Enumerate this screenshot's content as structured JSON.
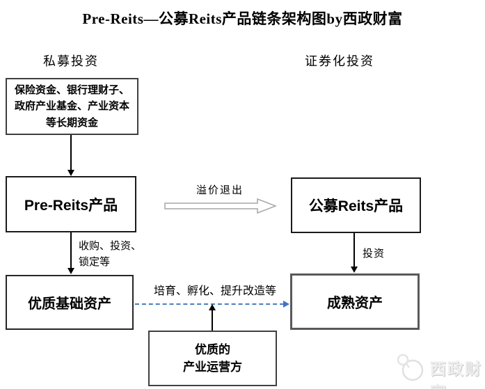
{
  "title": "Pre-Reits—公募Reits产品链条架构图by西政财富",
  "columns": {
    "left_header": "私募投资",
    "right_header": "证券化投资"
  },
  "boxes": {
    "funds": "保险资金、银行理财子、政府产业基金、产业资本等长期资金",
    "pre_reits": "Pre-Reits产品",
    "public_reits": "公募Reits产品",
    "quality_assets": "优质基础资产",
    "mature_assets": "成熟资产",
    "operator": "优质的\n产业运营方"
  },
  "edge_labels": {
    "premium_exit": "溢价退出",
    "acquire_invest_lock": "收购、投资、锁定等",
    "cultivate_incubate_upgrade": "培育、孵化、提升改造等",
    "invest": "投资"
  },
  "watermark": {
    "brand": "西政财富",
    "icon": "brand-logo-icon"
  },
  "colors": {
    "line_black": "#000000",
    "dashed_arrow_blue": "#4a7ebb",
    "block_arrow_outline": "#a6a6a6",
    "watermark_gray": "#d9d9d9"
  }
}
